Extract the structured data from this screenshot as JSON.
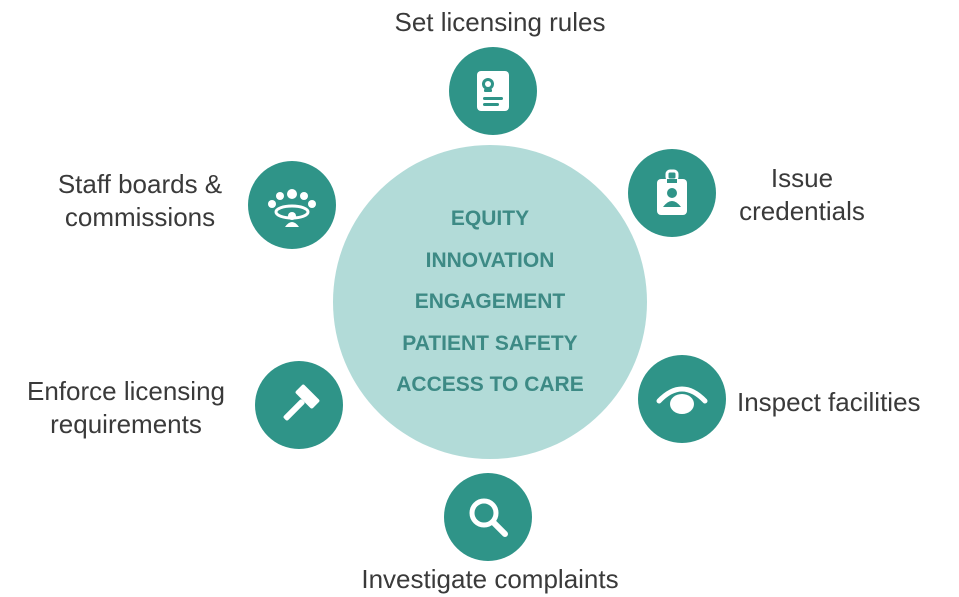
{
  "center": {
    "values": [
      "EQUITY",
      "INNOVATION",
      "ENGAGEMENT",
      "PATIENT SAFETY",
      "ACCESS TO CARE"
    ]
  },
  "functions": [
    {
      "id": "set-rules",
      "label_lines": [
        "Set licensing rules"
      ],
      "icon": "document-icon"
    },
    {
      "id": "issue-credentials",
      "label_lines": [
        "Issue",
        "credentials"
      ],
      "icon": "id-badge-icon"
    },
    {
      "id": "inspect-facilities",
      "label_lines": [
        "Inspect facilities"
      ],
      "icon": "eye-icon"
    },
    {
      "id": "investigate-complaints",
      "label_lines": [
        "Investigate complaints"
      ],
      "icon": "magnifier-icon"
    },
    {
      "id": "enforce-requirements",
      "label_lines": [
        "Enforce licensing",
        "requirements"
      ],
      "icon": "gavel-icon"
    },
    {
      "id": "staff-boards",
      "label_lines": [
        "Staff boards &",
        "commissions"
      ],
      "icon": "meeting-icon"
    }
  ],
  "colors": {
    "node": "#2f9488",
    "center_fill": "#b2dbd8",
    "center_text": "#3d8a85",
    "label_text": "#3a3a3a"
  }
}
